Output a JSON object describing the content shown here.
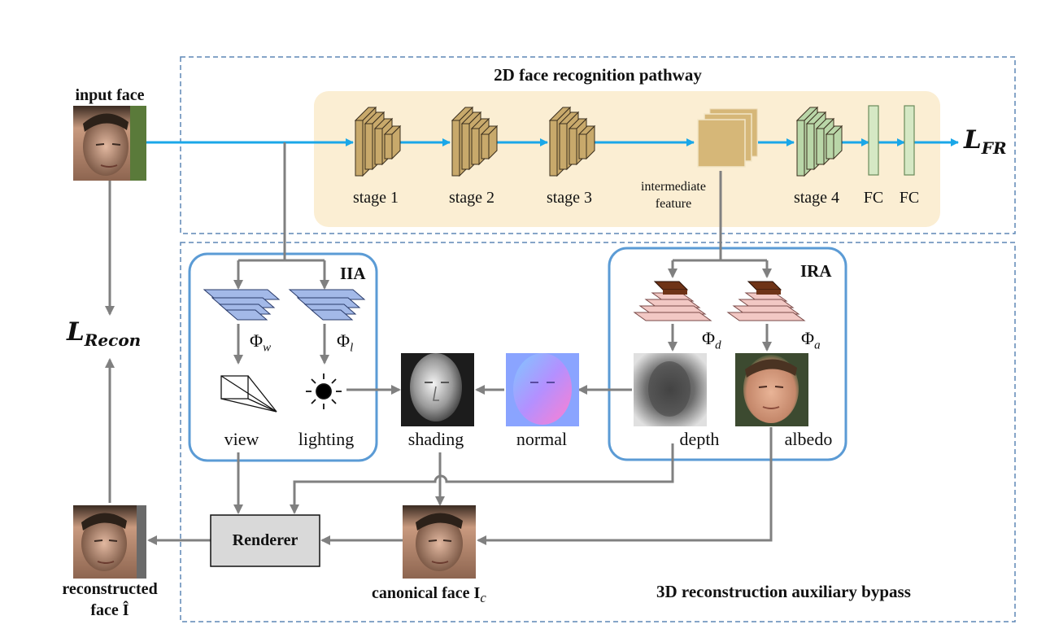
{
  "labels": {
    "input_face": "input face",
    "top_title": "2D face recognition pathway",
    "bottom_title": "3D reconstruction auxiliary bypass",
    "stage1": "stage 1",
    "stage2": "stage 2",
    "stage3": "stage 3",
    "stage4": "stage 4",
    "intermediate_line1": "intermediate",
    "intermediate_line2": "feature",
    "fc1": "FC",
    "fc2": "FC",
    "loss_fr_main": "L",
    "loss_fr_sub": "FR",
    "loss_recon_main": "L",
    "loss_recon_sub": "Recon",
    "iia": "IIA",
    "ira": "IRA",
    "phi_w_main": "Φ",
    "phi_w_sub": "w",
    "phi_l_main": "Φ",
    "phi_l_sub": "l",
    "phi_d_main": "Φ",
    "phi_d_sub": "d",
    "phi_a_main": "Φ",
    "phi_a_sub": "a",
    "view": "view",
    "lighting": "lighting",
    "shading": "shading",
    "normal": "normal",
    "depth": "depth",
    "albedo": "albedo",
    "renderer": "Renderer",
    "canonical_face": "canonical face I",
    "canonical_sub": "c",
    "reconstructed_line1": "reconstructed",
    "reconstructed_line2": "face Î"
  },
  "colors": {
    "arrow_blue": "#1aa7e8",
    "arrow_gray": "#808080",
    "box_blue": "#5b9bd5",
    "pathway_bg": "#fbeed3",
    "stage_tan": "#c8a96b",
    "stage_green": "#b9d6a8",
    "decoder_blue": "#a3b9e8",
    "decoder_pink": "#f2c8c4",
    "decoder_brown": "#6e3317",
    "renderer_gray": "#d9d9d9"
  }
}
